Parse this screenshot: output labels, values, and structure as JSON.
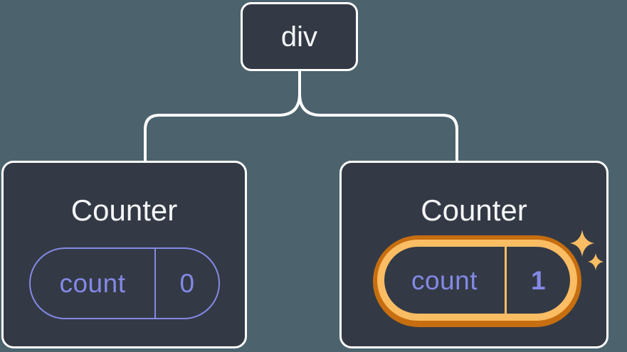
{
  "tree": {
    "root": {
      "label": "div"
    },
    "children": [
      {
        "title": "Counter",
        "state_key": "count",
        "state_value": "0",
        "highlighted": false
      },
      {
        "title": "Counter",
        "state_key": "count",
        "state_value": "1",
        "highlighted": true
      }
    ]
  },
  "icons": {
    "sparkles": "sparkles-icon"
  },
  "colors": {
    "canvas-bg": "#4c636d",
    "node-bg": "#333a45",
    "node-border": "#ffffff",
    "connector": "#ffffff",
    "title-text": "#f5f6f8",
    "state-accent": "#8489e6",
    "highlight-gold": "#fbbd63",
    "highlight-orange": "#c76e10"
  }
}
